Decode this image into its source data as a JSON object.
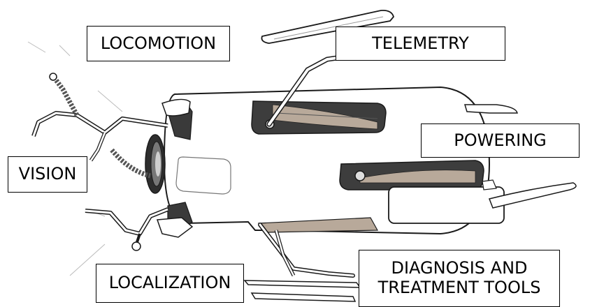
{
  "figure": {
    "labels": {
      "locomotion": "LOCOMOTION",
      "telemetry": "TELEMETRY",
      "powering": "POWERING",
      "vision": "VISION",
      "localization": "LOCALIZATION",
      "diagnosis_line1": "DIAGNOSIS AND",
      "diagnosis_line2": "TREATMENT TOOLS"
    },
    "colors": {
      "ink": "#1a1a1a",
      "body_fill": "#ffffff",
      "shadow": "#5a5a5a",
      "label_border": "#000000"
    }
  }
}
